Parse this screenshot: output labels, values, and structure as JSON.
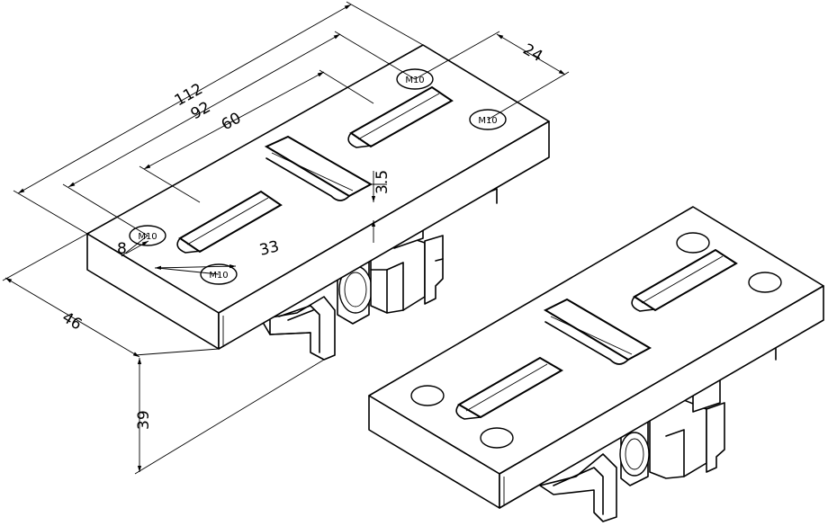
{
  "dimensions": {
    "d112": "112",
    "d92": "92",
    "d60": "60",
    "d24": "24",
    "d3_5": "3.5",
    "d8": "8",
    "d33": "33",
    "d46": "46",
    "d39": "39"
  },
  "hole_tags": {
    "top_center": "M10",
    "right": "M10",
    "left": "M10",
    "bottom": "M10"
  }
}
